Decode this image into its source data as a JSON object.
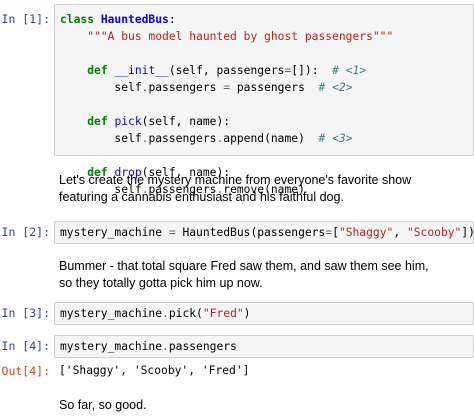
{
  "cells": [
    {
      "prompt": "In [1]:",
      "lines": [
        [
          {
            "t": "kw",
            "v": "class"
          },
          {
            "t": "p",
            "v": " "
          },
          {
            "t": "cls",
            "v": "HauntedBus"
          },
          {
            "t": "p",
            "v": ":"
          }
        ],
        [
          {
            "t": "p",
            "v": "    "
          },
          {
            "t": "str",
            "v": "\"\"\"A bus model haunted by ghost passengers\"\"\""
          }
        ],
        [],
        [
          {
            "t": "p",
            "v": "    "
          },
          {
            "t": "kw",
            "v": "def"
          },
          {
            "t": "p",
            "v": " "
          },
          {
            "t": "fn",
            "v": "__init__"
          },
          {
            "t": "p",
            "v": "(self, passengers"
          },
          {
            "t": "op",
            "v": "="
          },
          {
            "t": "p",
            "v": "[]):  "
          },
          {
            "t": "cmt",
            "v": "# <1>"
          }
        ],
        [
          {
            "t": "p",
            "v": "        self"
          },
          {
            "t": "op",
            "v": "."
          },
          {
            "t": "p",
            "v": "passengers "
          },
          {
            "t": "op",
            "v": "="
          },
          {
            "t": "p",
            "v": " passengers  "
          },
          {
            "t": "cmt",
            "v": "# <2>"
          }
        ],
        [],
        [
          {
            "t": "p",
            "v": "    "
          },
          {
            "t": "kw",
            "v": "def"
          },
          {
            "t": "p",
            "v": " "
          },
          {
            "t": "fn",
            "v": "pick"
          },
          {
            "t": "p",
            "v": "(self, name):"
          }
        ],
        [
          {
            "t": "p",
            "v": "        self"
          },
          {
            "t": "op",
            "v": "."
          },
          {
            "t": "p",
            "v": "passengers"
          },
          {
            "t": "op",
            "v": "."
          },
          {
            "t": "p",
            "v": "append(name)  "
          },
          {
            "t": "cmt",
            "v": "# <3>"
          }
        ],
        [],
        [
          {
            "t": "p",
            "v": "    "
          },
          {
            "t": "kw",
            "v": "def"
          },
          {
            "t": "p",
            "v": " "
          },
          {
            "t": "fn",
            "v": "drop"
          },
          {
            "t": "p",
            "v": "(self, name):"
          }
        ],
        [
          {
            "t": "p",
            "v": "        self"
          },
          {
            "t": "op",
            "v": "."
          },
          {
            "t": "p",
            "v": "passengers"
          },
          {
            "t": "op",
            "v": "."
          },
          {
            "t": "p",
            "v": "remove(name)"
          }
        ]
      ]
    },
    {
      "prompt": "In [2]:",
      "lines": [
        [
          {
            "t": "p",
            "v": "mystery_machine "
          },
          {
            "t": "op",
            "v": "="
          },
          {
            "t": "p",
            "v": " HauntedBus(passengers"
          },
          {
            "t": "op",
            "v": "="
          },
          {
            "t": "p",
            "v": "["
          },
          {
            "t": "str",
            "v": "\"Shaggy\""
          },
          {
            "t": "p",
            "v": ", "
          },
          {
            "t": "str",
            "v": "\"Scooby\""
          },
          {
            "t": "p",
            "v": "])"
          }
        ]
      ]
    },
    {
      "prompt": "In [3]:",
      "lines": [
        [
          {
            "t": "p",
            "v": "mystery_machine"
          },
          {
            "t": "op",
            "v": "."
          },
          {
            "t": "p",
            "v": "pick("
          },
          {
            "t": "str",
            "v": "\"Fred\""
          },
          {
            "t": "p",
            "v": ")"
          }
        ]
      ]
    },
    {
      "prompt": "In [4]:",
      "lines": [
        [
          {
            "t": "p",
            "v": "mystery_machine"
          },
          {
            "t": "op",
            "v": "."
          },
          {
            "t": "p",
            "v": "passengers"
          }
        ]
      ]
    }
  ],
  "markdown": [
    {
      "lines": [
        "Let's create the mystery machine from everyone's favorite show",
        "featuring a cannabis enthusiast and his faithful dog."
      ]
    },
    {
      "lines": [
        "Bummer - that total square Fred saw them, and saw them see him,",
        "so they totally gotta pick him up now."
      ]
    },
    {
      "lines": [
        "So far, so good."
      ]
    }
  ],
  "output": {
    "prompt": "Out[4]:",
    "text": "['Shaggy', 'Scooby', 'Fred']"
  }
}
